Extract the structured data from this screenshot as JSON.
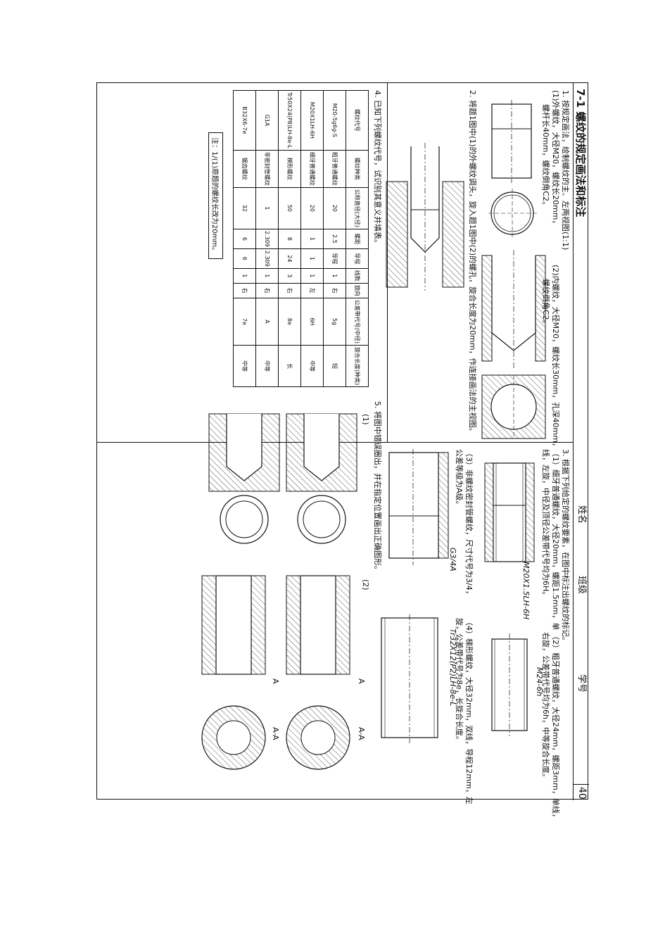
{
  "header": {
    "title": "7-1  螺纹的规定画法和标注",
    "name_label": "姓名",
    "class_label": "班级",
    "id_label": "学号",
    "page_number": "40"
  },
  "q1": {
    "text": "1. 按规定画法，绘制螺纹的主、左两视图(1:1)",
    "part1": "(1)外螺纹，大径M20，螺纹长20mm，",
    "part1b": "螺杆长40mm，螺纹倒角C2。",
    "part2": "(2)内螺纹，大径M20，螺纹长30mm，孔深40mm，",
    "part2b": "螺纹倒角C2。"
  },
  "q2": {
    "text": "2. 将题1图中(1)的外螺纹调头，旋入题1图中(2)的螺孔，旋合长度为20mm，作连接画法的主视图。"
  },
  "q3": {
    "text": "3. 根据下列给定的螺纹要素，在图中标注出螺纹的标记。",
    "item1": "（1）细牙普通螺纹，大径20mm，螺距1.5mm，单",
    "item1b": "线，左旋，中径及顶径公差带代号均为6H。",
    "item2": "（2）粗牙普通螺纹，大径24mm，螺距3mm，单线，",
    "item2b": "右旋，公差带代号均为6h，中等旋合长度。",
    "item3": "（3）非螺纹密封管螺纹，尺寸代号为3/4，",
    "item3b": "公差等级为A级。",
    "item4": "（4）梯形螺纹，大径32mm，双线，导程12mm，左",
    "item4b": "旋，公差带代号为8e，长旋合长度。",
    "label1": "M20X1.5LH-6H",
    "label2": "M24-6h",
    "label3": "G3/4A",
    "label4": "Tr32X12(P2)LH-8e-L"
  },
  "q4": {
    "text": "4. 已知下列螺纹代号，试识别其意义并填表。",
    "headers": [
      "螺纹代号",
      "螺纹种类",
      "公称直径(大径)",
      "螺距",
      "导程",
      "线数",
      "旋向",
      "公差带代号(中径)",
      "旋合长度(种类)"
    ],
    "rows": [
      [
        "M20-5g6g-S",
        "粗牙普通螺纹",
        "20",
        "2.5",
        "导程",
        "1",
        "右",
        "5g",
        "短"
      ],
      [
        "M20X1LH-6H",
        "细牙普通螺纹",
        "20",
        "1",
        "1",
        "1",
        "左",
        "6H",
        "中等"
      ],
      [
        "Tr50X24(P8)LH-8e-L",
        "梯形螺纹",
        "50",
        "8",
        "24",
        "3",
        "右",
        "8e",
        "长"
      ],
      [
        "G1A",
        "非密封管螺纹",
        "1",
        "2.309",
        "2.309",
        "1",
        "右",
        "A",
        "中等"
      ],
      [
        "B32X6-7e",
        "锯齿螺纹",
        "32",
        "6",
        "6",
        "1",
        "右",
        "7e",
        "中等"
      ]
    ],
    "note": "注：1/(1)原题的螺纹长改为20mm。"
  },
  "q5": {
    "text": "5. 将图中错误圈出，并在指定位置画出正确图形。",
    "label1": "(1)",
    "label2": "(2)",
    "section_label": "A-A",
    "cut_label": "A"
  }
}
